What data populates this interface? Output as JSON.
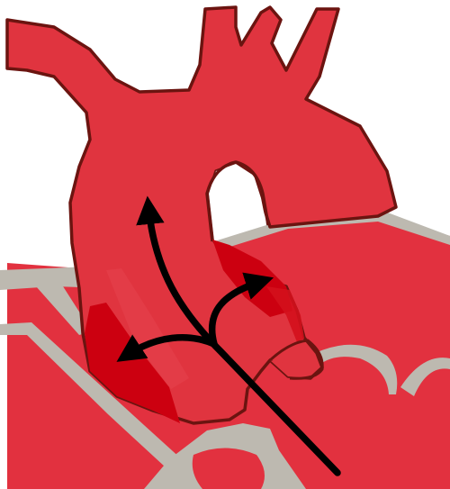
{
  "diagram": {
    "colors": {
      "background": "#ffffff",
      "heart_red": "#e0303f",
      "vessel_red": "#e0343f",
      "deep_red": "#cc0010",
      "outline": "#6b1410",
      "septum_gray": "#bdb9b0",
      "arrow": "#000000"
    },
    "arrows": [
      {
        "name": "arrow-aorta-upward",
        "direction": "up"
      },
      {
        "name": "arrow-branch-left",
        "direction": "left"
      },
      {
        "name": "arrow-branch-right",
        "direction": "up-right"
      }
    ]
  }
}
